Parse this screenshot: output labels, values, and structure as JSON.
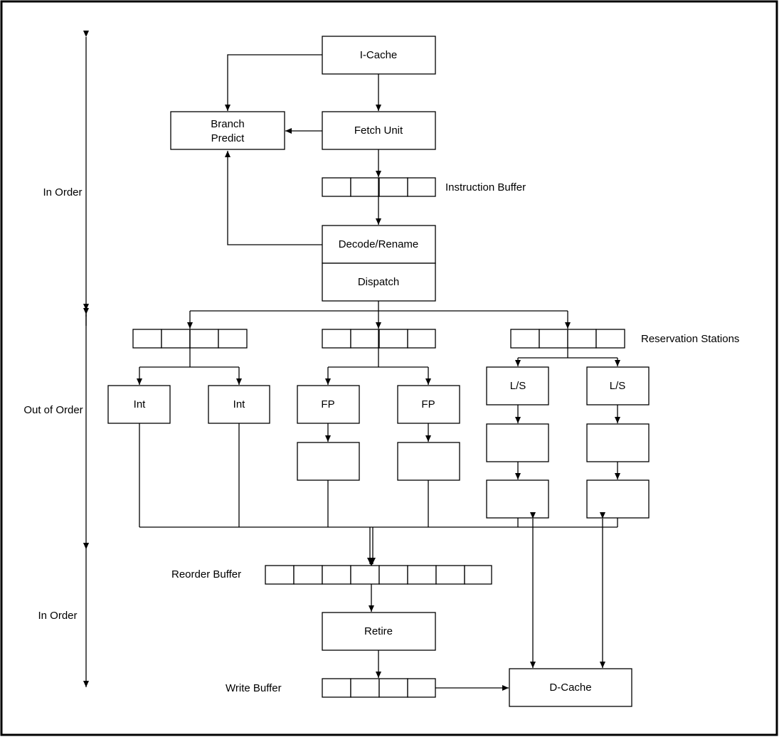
{
  "diagram": {
    "stage_labels": {
      "in_order_top": "In Order",
      "out_of_order": "Out of Order",
      "in_order_bottom": "In Order"
    },
    "blocks": {
      "icache": "I-Cache",
      "branch_predict_line1": "Branch",
      "branch_predict_line2": "Predict",
      "fetch_unit": "Fetch Unit",
      "decode_rename": "Decode/Rename",
      "dispatch": "Dispatch",
      "int_1": "Int",
      "int_2": "Int",
      "fp_1": "FP",
      "fp_2": "FP",
      "ls_1": "L/S",
      "ls_2": "L/S",
      "retire": "Retire",
      "dcache": "D-Cache"
    },
    "buffer_labels": {
      "instruction_buffer": "Instruction Buffer",
      "reservation_stations": "Reservation Stations",
      "reorder_buffer": "Reorder Buffer",
      "write_buffer": "Write Buffer"
    }
  }
}
